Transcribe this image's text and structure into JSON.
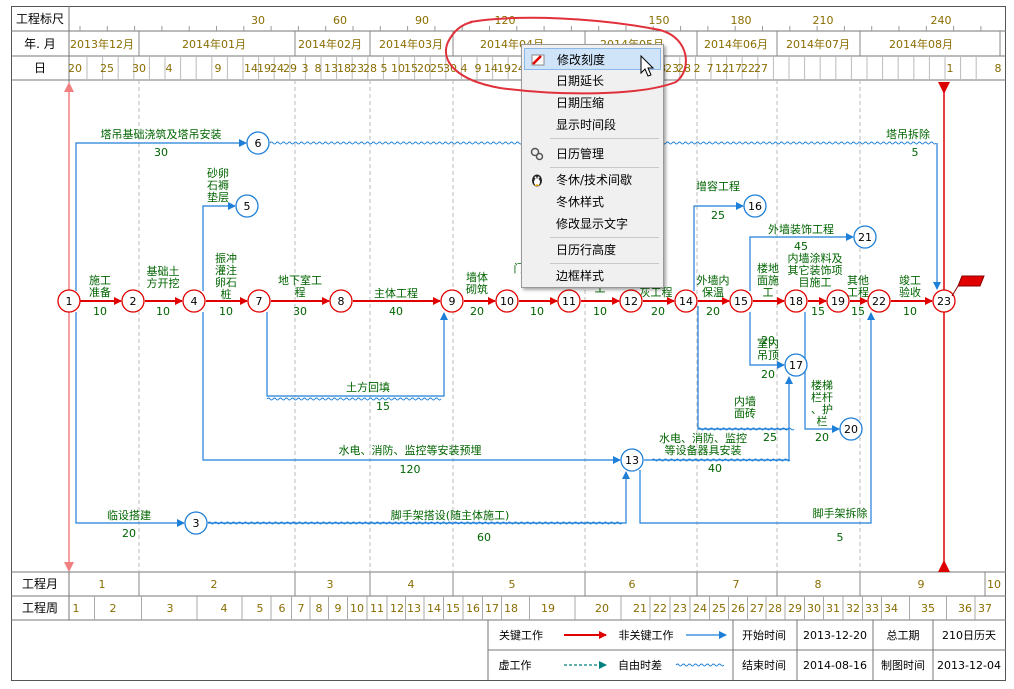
{
  "header": {
    "row_labels": [
      "工程标尺",
      "年. 月",
      "日"
    ],
    "ruler_ticks": [
      "30",
      "60",
      "90",
      "120",
      "150",
      "180",
      "210",
      "240"
    ],
    "months": [
      "2013年12月",
      "2014年01月",
      "2014年02月",
      "2014年03月",
      "2014年04月",
      "2014年05月",
      "2014年06月",
      "2014年07月",
      "2014年08月"
    ],
    "days": [
      "20",
      "25",
      "30",
      "4",
      "9",
      "14",
      "19",
      "24",
      "29",
      "3",
      "8",
      "13",
      "18",
      "23",
      "28",
      "5",
      "10",
      "15",
      "20",
      "25",
      "30",
      "4",
      "9",
      "14",
      "19",
      "24",
      "29",
      "3",
      "8",
      "13",
      "18",
      "23",
      "28",
      "3",
      "8",
      "13",
      "18",
      "23",
      "28",
      "2",
      "7",
      "12",
      "17",
      "22",
      "27",
      "1",
      "8"
    ]
  },
  "footer": {
    "month_row_label": "工程月",
    "week_row_label": "工程周",
    "project_months": [
      "1",
      "2",
      "3",
      "4",
      "5",
      "6",
      "7",
      "8",
      "9",
      "10"
    ],
    "project_weeks": [
      "1",
      "2",
      "3",
      "4",
      "5",
      "6",
      "7",
      "8",
      "9",
      "10",
      "11",
      "12",
      "13",
      "14",
      "15",
      "16",
      "17",
      "18",
      "19",
      "20",
      "21",
      "22",
      "23",
      "24",
      "25",
      "26",
      "27",
      "28",
      "29",
      "30",
      "31",
      "32",
      "33",
      "34",
      "35",
      "36",
      "37"
    ]
  },
  "legend": {
    "critical_work": "关键工作",
    "noncritical_work": "非关键工作",
    "dummy_work": "虚工作",
    "free_float": "自由时差",
    "start_label": "开始时间",
    "start_value": "2013-12-20",
    "end_label": "结束时间",
    "end_value": "2014-08-16",
    "duration_label": "总工期",
    "duration_value": "210日历天",
    "drawn_label": "制图时间",
    "drawn_value": "2013-12-04",
    "critical_color": "#e00000",
    "noncritical_color": "#1e7fd8",
    "dummy_color": "#008080"
  },
  "context_menu": {
    "items": [
      {
        "label": "修改刻度",
        "icon": "ruler-edit-icon",
        "selected": true
      },
      {
        "label": "日期延长"
      },
      {
        "label": "日期压缩"
      },
      {
        "label": "显示时间段"
      },
      {
        "label": "日历管理",
        "icon": "calendar-settings-icon"
      },
      {
        "label": "冬休/技术间歇",
        "icon": "penguin-icon"
      },
      {
        "label": "冬休样式"
      },
      {
        "label": "修改显示文字"
      },
      {
        "label": "日历行高度"
      },
      {
        "label": "边框样式"
      }
    ]
  },
  "network": {
    "nodes": [
      "1",
      "2",
      "3",
      "4",
      "5",
      "6",
      "7",
      "8",
      "9",
      "10",
      "11",
      "12",
      "13",
      "14",
      "15",
      "16",
      "17",
      "18",
      "19",
      "20",
      "21",
      "22",
      "23"
    ],
    "activities": [
      {
        "name": "施工准备",
        "duration": "10"
      },
      {
        "name": "基础土方开挖",
        "duration": "10"
      },
      {
        "name": "振冲灌注卵石桩",
        "duration": "10"
      },
      {
        "name": "地下室工程",
        "duration": "30"
      },
      {
        "name": "主体工程",
        "duration": "40"
      },
      {
        "name": "墙体砌筑",
        "duration": "20"
      },
      {
        "name": "门",
        "duration": "10"
      },
      {
        "name": "工",
        "duration": "10"
      },
      {
        "name": "抹灰工程",
        "duration": "20"
      },
      {
        "name": "外墙内保温",
        "duration": "20"
      },
      {
        "name": "楼地面施工",
        "duration": "20"
      },
      {
        "name": "内墙涂料及其它装饰项目施工",
        "duration": "15"
      },
      {
        "name": "其他工程",
        "duration": "15"
      },
      {
        "name": "竣工验收",
        "duration": "10"
      },
      {
        "name": "塔吊基础浇筑及塔吊安装",
        "duration": "30"
      },
      {
        "name": "塔吊拆除",
        "duration": "5"
      },
      {
        "name": "砂卵石褥垫层",
        "duration": ""
      },
      {
        "name": "土方回填",
        "duration": "15"
      },
      {
        "name": "增容工程",
        "duration": "25"
      },
      {
        "name": "外墙装饰工程",
        "duration": "45"
      },
      {
        "name": "室内吊顶",
        "duration": "20"
      },
      {
        "name": "内墙面砖",
        "duration": "25"
      },
      {
        "name": "楼梯栏杆、护栏",
        "duration": "20"
      },
      {
        "name": "水电、消防、监控等安装预埋",
        "duration": "120"
      },
      {
        "name": "水电、消防、监控等设备器具安装",
        "duration": "40"
      },
      {
        "name": "临设搭建",
        "duration": "20"
      },
      {
        "name": "脚手架搭设(随主体施工)",
        "duration": "60"
      },
      {
        "name": "脚手架拆除",
        "duration": "5"
      }
    ]
  }
}
